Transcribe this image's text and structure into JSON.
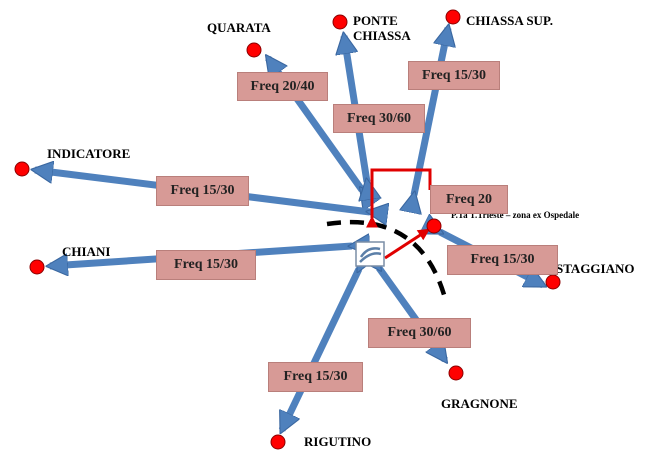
{
  "colors": {
    "arrow": "#4f81bd",
    "arrow_edge": "#3a67a0",
    "dot": "#ff0000",
    "dot_edge": "#8b0000",
    "freq_box": "#d79a96",
    "red_route": "#e00000",
    "dashed_arc": "#000000"
  },
  "destinations": {
    "quarata": "QUARATA",
    "ponte_chiassa": "PONTE\nCHIASSA",
    "chiassa_sup": "CHIASSA SUP.",
    "indicatore": "INDICATORE",
    "chiani": "CHIANI",
    "staggiano": "STAGGIANO",
    "gragnone": "GRAGNONE",
    "rigutino": "RIGUTINO",
    "ospedale": "P.Ta  T.Trieste  – zona ex Ospedale"
  },
  "frequencies": {
    "quarata": "Freq 20/40",
    "ponte_chiassa": "Freq 30/60",
    "chiassa_sup": "Freq 15/30",
    "indicatore": "Freq 15/30",
    "ospedale": "Freq 20",
    "chiani": "Freq 15/30",
    "staggiano": "Freq 15/30",
    "gragnone": "Freq 30/60",
    "rigutino": "Freq 15/30"
  },
  "hub": {
    "icon": "railway-station-logo-icon"
  }
}
